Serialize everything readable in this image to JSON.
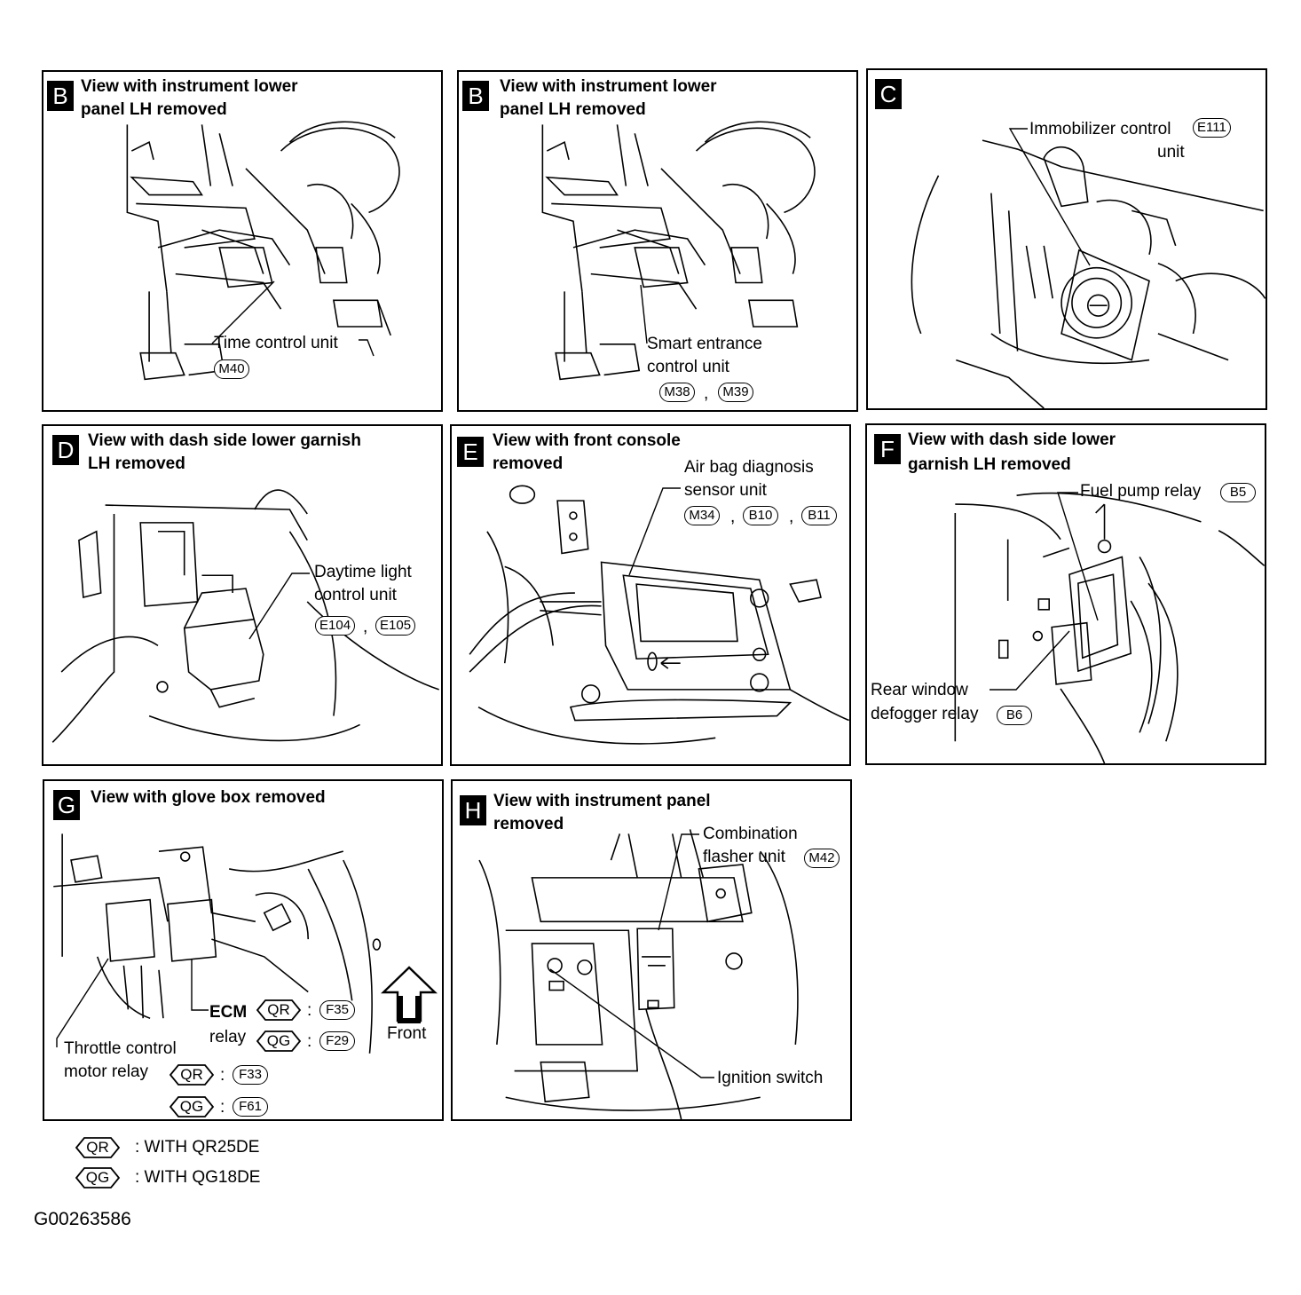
{
  "panels": {
    "b1": {
      "letter": "B",
      "title1": "View with instrument lower",
      "title2": "panel LH removed",
      "label": "Time control unit",
      "conn1": "M40"
    },
    "b2": {
      "letter": "B",
      "title1": "View with instrument lower",
      "title2": "panel LH removed",
      "label1": "Smart entrance",
      "label2": "control unit",
      "conn1": "M38",
      "conn2": "M39"
    },
    "c": {
      "letter": "C",
      "label1": "Immobilizer control",
      "label2": "unit",
      "conn1": "E111"
    },
    "d": {
      "letter": "D",
      "title1": "View with dash side lower garnish",
      "title2": "LH removed",
      "label1": "Daytime light",
      "label2": "control unit",
      "conn1": "E104",
      "conn2": "E105"
    },
    "e": {
      "letter": "E",
      "title1": "View with front console",
      "title2": "removed",
      "label1": "Air bag diagnosis",
      "label2": "sensor unit",
      "conn1": "M34",
      "conn2": "B10",
      "conn3": "B11"
    },
    "f": {
      "letter": "F",
      "title1": "View with dash side lower",
      "title2": "garnish LH removed",
      "label_fuel": "Fuel pump relay",
      "conn_fuel": "B5",
      "label_rear1": "Rear window",
      "label_rear2": "defogger relay",
      "conn_rear": "B6"
    },
    "g": {
      "letter": "G",
      "title1": "View with glove box removed",
      "ecm1": "ECM",
      "ecm2": "relay",
      "qr": "QR",
      "qg": "QG",
      "conn_ecm_qr": "F35",
      "conn_ecm_qg": "F29",
      "thr1": "Throttle control",
      "thr2": "motor relay",
      "conn_thr_qr": "F33",
      "conn_thr_qg": "F61",
      "front": "Front"
    },
    "h": {
      "letter": "H",
      "title1": "View with instrument panel",
      "title2": "removed",
      "label1": "Combination",
      "label2": "flasher unit",
      "conn1": "M42",
      "label_ign": "Ignition switch"
    }
  },
  "legend": {
    "qr_tag": "QR",
    "qr_text": ": WITH QR25DE",
    "qg_tag": "QG",
    "qg_text": ": WITH QG18DE"
  },
  "figure_code": "G00263586",
  "separator": ",",
  "colon": ":"
}
